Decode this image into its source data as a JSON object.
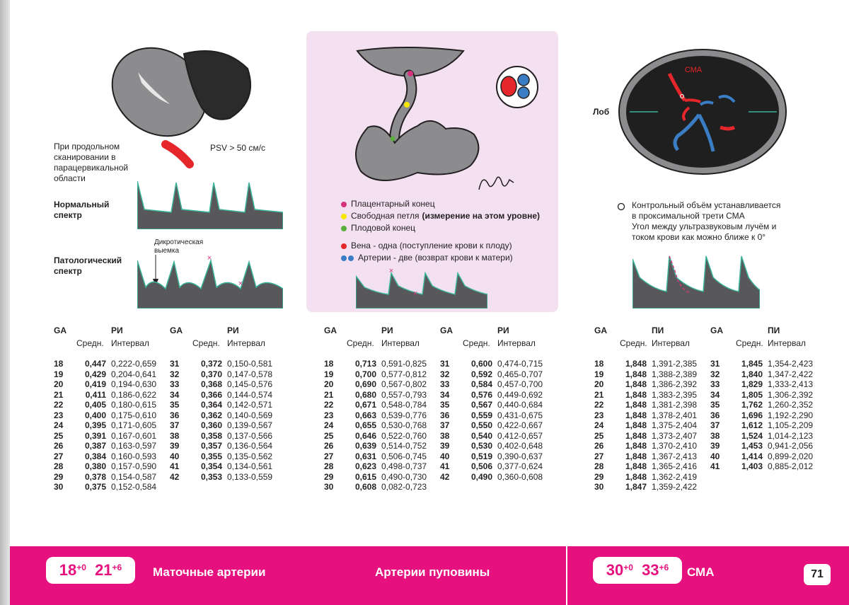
{
  "uterine": {
    "caption": "При продольном сканировании в парацервикальной области",
    "psv": "PSV > 50 см/с",
    "normal_label": "Нормальный спектр",
    "pathologic_label": "Патологический спектр",
    "notch_label": "Дикротическая выемка"
  },
  "umbilical": {
    "legend": [
      {
        "text": "Плацентарный конец",
        "color": "#d6337f"
      },
      {
        "text": "Свободная петля ",
        "bold_suffix": "(измерение на этом уровне)",
        "color": "#f7e600"
      },
      {
        "text": "Плодовой конец",
        "color": "#5aaf3c"
      },
      {
        "text": "Вена - одна (поступление крови к плоду)",
        "color": "#e5262b"
      },
      {
        "text": "Артерии - две (возврат крови к матери)",
        "color": "#3b7dc4"
      }
    ]
  },
  "mca": {
    "label_inside": "СМА",
    "forehead": "Лоб",
    "note": "Контрольный объём устанавливается в проксимальной трети СМА\nУгол между ультразвуковым лучём и током крови как можно ближе к 0°"
  },
  "tables": {
    "ga": "GA",
    "mean": "Средн.",
    "interval": "Интервал",
    "ri": "РИ",
    "pi": "ПИ",
    "uterine_left": [
      [
        "18",
        "0,447",
        "0,222-0,659"
      ],
      [
        "19",
        "0,429",
        "0,204-0,641"
      ],
      [
        "20",
        "0,419",
        "0,194-0,630"
      ],
      [
        "21",
        "0,411",
        "0,186-0,622"
      ],
      [
        "22",
        "0,405",
        "0,180-0,615"
      ],
      [
        "23",
        "0,400",
        "0,175-0,610"
      ],
      [
        "24",
        "0,395",
        "0,171-0,605"
      ],
      [
        "25",
        "0,391",
        "0,167-0,601"
      ],
      [
        "26",
        "0,387",
        "0,163-0,597"
      ],
      [
        "27",
        "0,384",
        "0,160-0,593"
      ],
      [
        "28",
        "0,380",
        "0,157-0,590"
      ],
      [
        "29",
        "0,378",
        "0,154-0,587"
      ],
      [
        "30",
        "0,375",
        "0,152-0,584"
      ]
    ],
    "uterine_right": [
      [
        "31",
        "0,372",
        "0,150-0,581"
      ],
      [
        "32",
        "0,370",
        "0,147-0,578"
      ],
      [
        "33",
        "0,368",
        "0,145-0,576"
      ],
      [
        "34",
        "0,366",
        "0,144-0,574"
      ],
      [
        "35",
        "0,364",
        "0,142-0,571"
      ],
      [
        "36",
        "0,362",
        "0,140-0,569"
      ],
      [
        "37",
        "0,360",
        "0,139-0,567"
      ],
      [
        "38",
        "0,358",
        "0,137-0,566"
      ],
      [
        "39",
        "0,357",
        "0,136-0,564"
      ],
      [
        "40",
        "0,355",
        "0,135-0,562"
      ],
      [
        "41",
        "0,354",
        "0,134-0,561"
      ],
      [
        "42",
        "0,353",
        "0,133-0,559"
      ]
    ],
    "umbilical_left": [
      [
        "18",
        "0,713",
        "0,591-0,825"
      ],
      [
        "19",
        "0,700",
        "0,577-0,812"
      ],
      [
        "20",
        "0,690",
        "0,567-0,802"
      ],
      [
        "21",
        "0,680",
        "0,557-0,793"
      ],
      [
        "22",
        "0,671",
        "0,548-0,784"
      ],
      [
        "23",
        "0,663",
        "0,539-0,776"
      ],
      [
        "24",
        "0,655",
        "0,530-0,768"
      ],
      [
        "25",
        "0,646",
        "0,522-0,760"
      ],
      [
        "26",
        "0,639",
        "0,514-0,752"
      ],
      [
        "27",
        "0,631",
        "0,506-0,745"
      ],
      [
        "28",
        "0,623",
        "0,498-0,737"
      ],
      [
        "29",
        "0,615",
        "0,490-0,730"
      ],
      [
        "30",
        "0,608",
        "0,082-0,723"
      ]
    ],
    "umbilical_right": [
      [
        "31",
        "0,600",
        "0,474-0,715"
      ],
      [
        "32",
        "0,592",
        "0,465-0,707"
      ],
      [
        "33",
        "0,584",
        "0,457-0,700"
      ],
      [
        "34",
        "0,576",
        "0,449-0,692"
      ],
      [
        "35",
        "0,567",
        "0,440-0,684"
      ],
      [
        "36",
        "0,559",
        "0,431-0,675"
      ],
      [
        "37",
        "0,550",
        "0,422-0,667"
      ],
      [
        "38",
        "0,540",
        "0,412-0,657"
      ],
      [
        "39",
        "0,530",
        "0,402-0,648"
      ],
      [
        "40",
        "0,519",
        "0,390-0,637"
      ],
      [
        "41",
        "0,506",
        "0,377-0,624"
      ],
      [
        "42",
        "0,490",
        "0,360-0,608"
      ]
    ],
    "mca_left": [
      [
        "18",
        "1,848",
        "1,391-2,385"
      ],
      [
        "19",
        "1,848",
        "1,388-2,389"
      ],
      [
        "20",
        "1,848",
        "1,386-2,392"
      ],
      [
        "21",
        "1,848",
        "1,383-2,395"
      ],
      [
        "22",
        "1,848",
        "1,381-2,398"
      ],
      [
        "23",
        "1,848",
        "1,378-2,401"
      ],
      [
        "24",
        "1,848",
        "1,375-2,404"
      ],
      [
        "25",
        "1,848",
        "1,373-2,407"
      ],
      [
        "26",
        "1,848",
        "1,370-2,410"
      ],
      [
        "27",
        "1,848",
        "1,367-2,413"
      ],
      [
        "28",
        "1,848",
        "1,365-2,416"
      ],
      [
        "29",
        "1,848",
        "1,362-2,419"
      ],
      [
        "30",
        "1,847",
        "1,359-2,422"
      ]
    ],
    "mca_right": [
      [
        "31",
        "1,845",
        "1,354-2,423"
      ],
      [
        "32",
        "1,840",
        "1,347-2,422"
      ],
      [
        "33",
        "1,829",
        "1,333-2,413"
      ],
      [
        "34",
        "1,805",
        "1,306-2,392"
      ],
      [
        "35",
        "1,762",
        "1,260-2,352"
      ],
      [
        "36",
        "1,696",
        "1,192-2,290"
      ],
      [
        "37",
        "1,612",
        "1,105-2,209"
      ],
      [
        "38",
        "1,524",
        "1,014-2,123"
      ],
      [
        "39",
        "1,453",
        "0,941-2,056"
      ],
      [
        "40",
        "1,414",
        "0,899-2,020"
      ],
      [
        "41",
        "1,403",
        "0,885-2,012"
      ]
    ]
  },
  "footer": {
    "badge_left": {
      "a": "18",
      "a_sup": "+0",
      "b": "21",
      "b_sup": "+6"
    },
    "badge_right": {
      "a": "30",
      "a_sup": "+0",
      "b": "33",
      "b_sup": "+6"
    },
    "uterine_title": "Маточные артерии",
    "umbilical_title": "Артерии пуповины",
    "mca_title": "СМА",
    "page_number": "71"
  },
  "colors": {
    "magenta": "#e6107e",
    "waveform": "#58585a",
    "waveform_edge": "#3bb39a",
    "vessel_red": "#e5262b",
    "vessel_blue": "#3b7dc4"
  }
}
